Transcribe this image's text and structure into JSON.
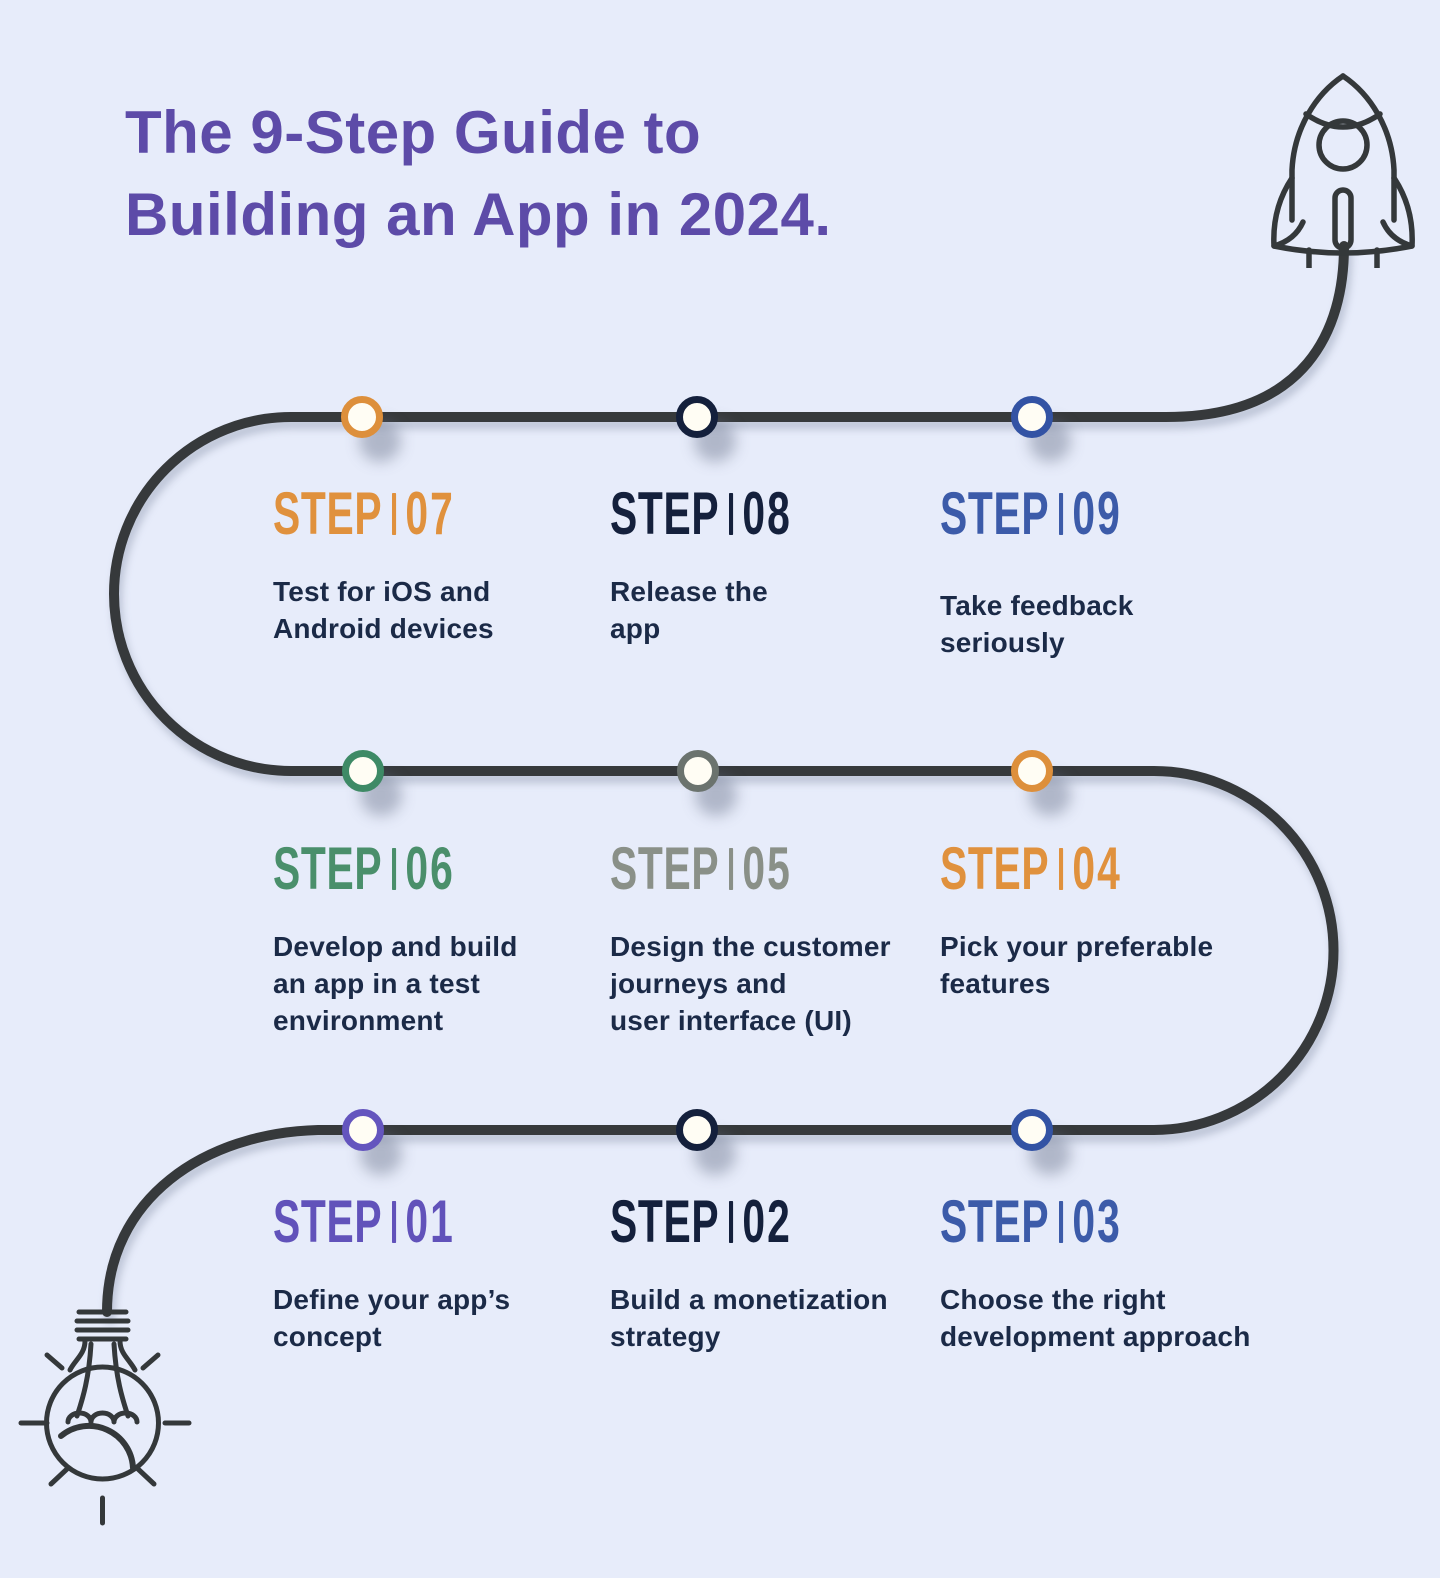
{
  "title": "The 9-Step Guide to\nBuilding an App in 2024.",
  "step_label": "STEP",
  "colors": {
    "background": "#E7ECFA",
    "path_line": "#36393B",
    "icon_line": "#34383A",
    "node_fill": "#FFFDF4",
    "title": "#5D4BA8",
    "body_text": "#1B2A47"
  },
  "decorations": {
    "top_right": "rocket",
    "bottom_left": "lightbulb"
  },
  "steps": [
    {
      "number": "01",
      "color": "#6152BA",
      "node_color": "#6455BE",
      "description": "Define your app’s\nconcept"
    },
    {
      "number": "02",
      "color": "#14203C",
      "node_color": "#14203C",
      "description": "Build a monetization\nstrategy"
    },
    {
      "number": "03",
      "color": "#3C5BA9",
      "node_color": "#3353A4",
      "description": "Choose the right\ndevelopment approach"
    },
    {
      "number": "04",
      "color": "#E0913D",
      "node_color": "#DD8F3B",
      "description": "Pick your preferable\nfeatures"
    },
    {
      "number": "05",
      "color": "#8A9088",
      "node_color": "#6B736E",
      "description": "Design the customer\njourneys and\nuser interface (UI)"
    },
    {
      "number": "06",
      "color": "#4A8F6B",
      "node_color": "#3E8A66",
      "description": "Develop and build\nan app in a test\nenvironment"
    },
    {
      "number": "07",
      "color": "#E0913D",
      "node_color": "#DD8F3B",
      "description": "Test for iOS and\nAndroid devices"
    },
    {
      "number": "08",
      "color": "#14203C",
      "node_color": "#14203C",
      "description": "Release the\napp"
    },
    {
      "number": "09",
      "color": "#3C5BA9",
      "node_color": "#3353A4",
      "description": "Take feedback\nseriously"
    }
  ]
}
